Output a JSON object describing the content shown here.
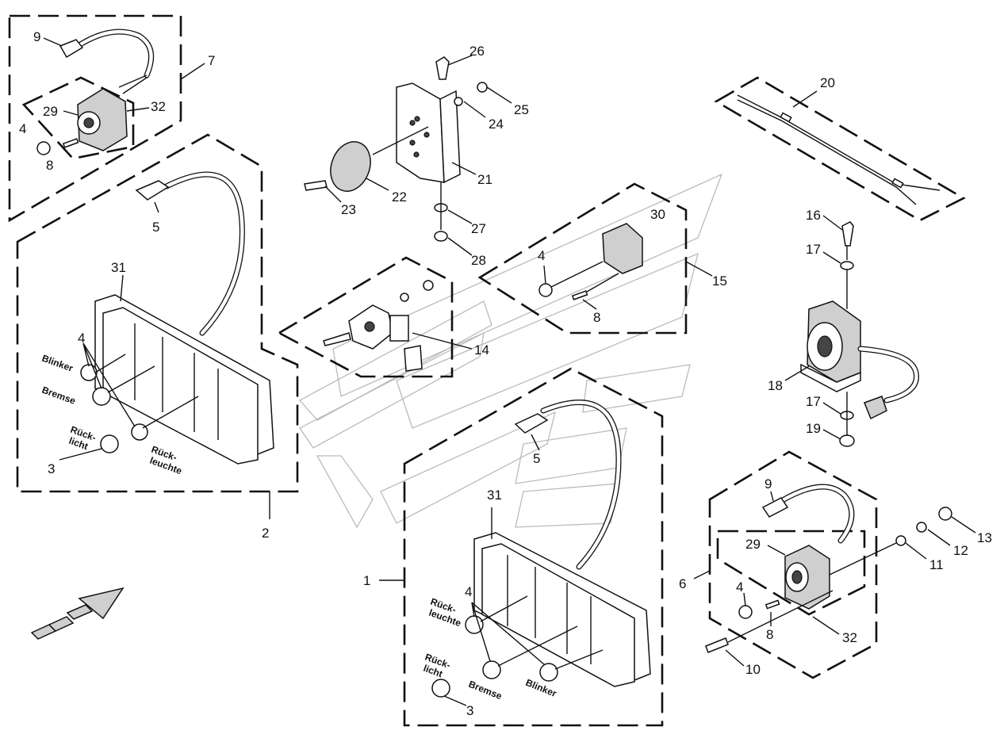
{
  "callouts": [
    {
      "id": "c9a",
      "text": "9"
    },
    {
      "id": "c7",
      "text": "7"
    },
    {
      "id": "c29a",
      "text": "29"
    },
    {
      "id": "c32a",
      "text": "32"
    },
    {
      "id": "c4a",
      "text": "4"
    },
    {
      "id": "c8a",
      "text": "8"
    },
    {
      "id": "c5a",
      "text": "5"
    },
    {
      "id": "c31a",
      "text": "31"
    },
    {
      "id": "c4b",
      "text": "4"
    },
    {
      "id": "c3a",
      "text": "3"
    },
    {
      "id": "c2",
      "text": "2"
    },
    {
      "id": "c26",
      "text": "26"
    },
    {
      "id": "c25",
      "text": "25"
    },
    {
      "id": "c24",
      "text": "24"
    },
    {
      "id": "c21",
      "text": "21"
    },
    {
      "id": "c22",
      "text": "22"
    },
    {
      "id": "c23",
      "text": "23"
    },
    {
      "id": "c27",
      "text": "27"
    },
    {
      "id": "c28",
      "text": "28"
    },
    {
      "id": "c14",
      "text": "14"
    },
    {
      "id": "c30",
      "text": "30"
    },
    {
      "id": "c4c",
      "text": "4"
    },
    {
      "id": "c8b",
      "text": "8"
    },
    {
      "id": "c15",
      "text": "15"
    },
    {
      "id": "c20",
      "text": "20"
    },
    {
      "id": "c16",
      "text": "16"
    },
    {
      "id": "c17a",
      "text": "17"
    },
    {
      "id": "c18",
      "text": "18"
    },
    {
      "id": "c17b",
      "text": "17"
    },
    {
      "id": "c19",
      "text": "19"
    },
    {
      "id": "c5b",
      "text": "5"
    },
    {
      "id": "c31b",
      "text": "31"
    },
    {
      "id": "c1",
      "text": "1"
    },
    {
      "id": "c4d",
      "text": "4"
    },
    {
      "id": "c3b",
      "text": "3"
    },
    {
      "id": "c9b",
      "text": "9"
    },
    {
      "id": "c13",
      "text": "13"
    },
    {
      "id": "c12",
      "text": "12"
    },
    {
      "id": "c11",
      "text": "11"
    },
    {
      "id": "c29b",
      "text": "29"
    },
    {
      "id": "c6",
      "text": "6"
    },
    {
      "id": "c4e",
      "text": "4"
    },
    {
      "id": "c8c",
      "text": "8"
    },
    {
      "id": "c32b",
      "text": "32"
    },
    {
      "id": "c10",
      "text": "10"
    }
  ],
  "labels": {
    "left": {
      "blinker": "Blinker",
      "bremse": "Bremse",
      "rueck_licht_1": "Rück-",
      "rueck_licht_2": "licht",
      "rueck_leuchte_1": "Rück-",
      "rueck_leuchte_2": "leuchte"
    },
    "right": {
      "rueck_leuchte_1": "Rück-",
      "rueck_leuchte_2": "leuchte",
      "rueck_licht_1": "Rück-",
      "rueck_licht_2": "licht",
      "bremse": "Bremse",
      "blinker": "Blinker"
    }
  },
  "colors": {
    "ink": "#111111",
    "fill_grey": "#cfcfcf",
    "watermark": "#bbbbbb"
  }
}
